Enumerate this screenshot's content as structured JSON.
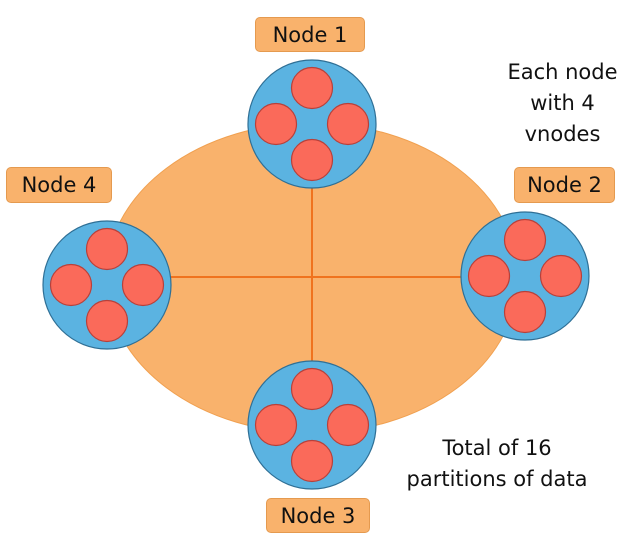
{
  "colors": {
    "ring": "#f9b26c",
    "ring_line": "#f0731e",
    "node": "#5bb3e1",
    "vnode": "#fa6a5a",
    "vnode_border": "#b8403a"
  },
  "nodes": [
    {
      "label": "Node 1",
      "vnodes": 4
    },
    {
      "label": "Node 2",
      "vnodes": 4
    },
    {
      "label": "Node 3",
      "vnodes": 4
    },
    {
      "label": "Node 4",
      "vnodes": 4
    }
  ],
  "notes": {
    "per_node": [
      "Each node",
      "with 4",
      "vnodes"
    ],
    "total": [
      "Total of 16",
      "partitions of data"
    ]
  }
}
